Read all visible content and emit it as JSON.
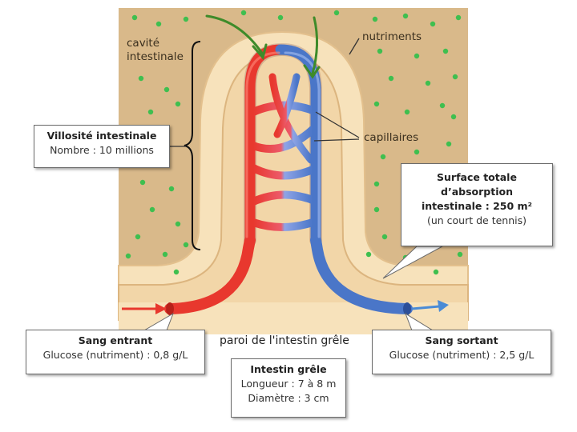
{
  "labels": {
    "cavite": [
      "cavité",
      "intestinale"
    ],
    "nutriments": "nutriments",
    "capillaires": "capillaires",
    "paroi": "paroi de l'intestin grêle"
  },
  "boxes": {
    "villosite": {
      "title": "Villosité intestinale",
      "lines": [
        "Nombre : 10 millions"
      ]
    },
    "surface": {
      "lines": [
        "Surface totale",
        "d’absorption",
        "intestinale : 250 m²"
      ],
      "note": "(un court de tennis)"
    },
    "sang_entrant": {
      "title": "Sang entrant",
      "lines": [
        "Glucose (nutriment) : 0,8 g/L"
      ]
    },
    "sang_sortant": {
      "title": "Sang sortant",
      "lines": [
        "Glucose (nutriment) : 2,5 g/L"
      ]
    },
    "intestin": {
      "title": "Intestin grêle",
      "lines": [
        "Longueur : 7 à 8 m",
        "Diamètre : 3 cm"
      ]
    }
  },
  "colors": {
    "background_tan": "#d9b98a",
    "wall_light": "#f6dfb6",
    "nutrient_green": "#3fbf4f",
    "blood_red": "#e8382e",
    "blood_blue": "#4a76c8",
    "arrow_green": "#3e8b2a"
  }
}
